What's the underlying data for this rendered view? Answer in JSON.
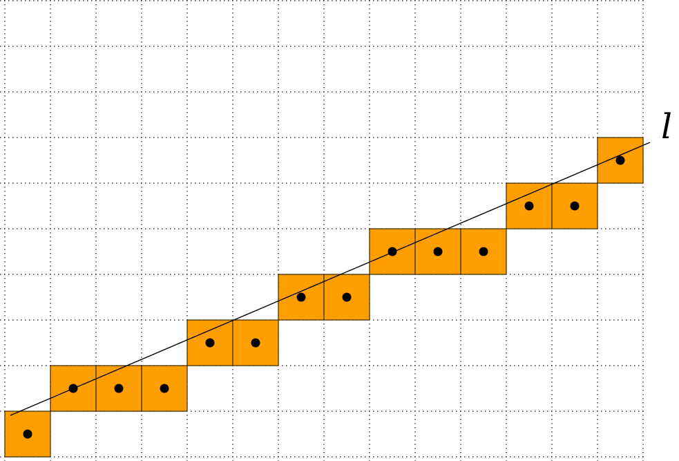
{
  "diagram": {
    "line_label": "l",
    "grid": {
      "columns": 14,
      "rows": 10
    },
    "colors": {
      "cell_fill": "#FF9E00",
      "cell_border": "#3a2a00",
      "grid_line": "#111111",
      "dot": "#000000",
      "line": "#000000"
    },
    "highlighted_cells": [
      {
        "col": 0,
        "row": 0
      },
      {
        "col": 1,
        "row": 1
      },
      {
        "col": 2,
        "row": 1
      },
      {
        "col": 3,
        "row": 1
      },
      {
        "col": 4,
        "row": 2
      },
      {
        "col": 5,
        "row": 2
      },
      {
        "col": 6,
        "row": 3
      },
      {
        "col": 7,
        "row": 3
      },
      {
        "col": 8,
        "row": 4
      },
      {
        "col": 9,
        "row": 4
      },
      {
        "col": 10,
        "row": 4
      },
      {
        "col": 11,
        "row": 5
      },
      {
        "col": 12,
        "row": 5
      },
      {
        "col": 13,
        "row": 6
      }
    ]
  }
}
